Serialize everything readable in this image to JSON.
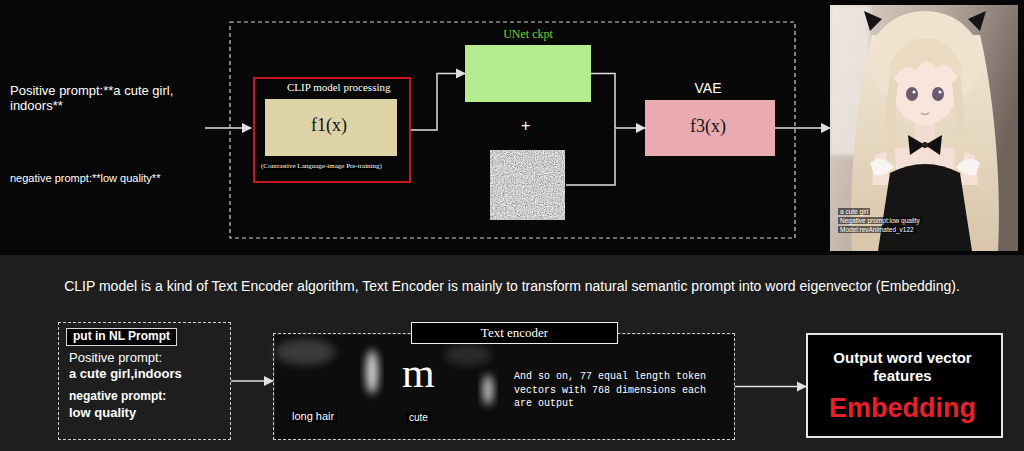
{
  "diagram": {
    "nodes": [
      {
        "text": [
          "CLIP model processing",
          "(Contrastive Language-image Pre-training)"
        ]
      },
      {
        "text": [
          "f1(x)"
        ],
        "in": 0
      },
      {
        "text": [
          "UNet ckpt"
        ]
      },
      {
        "text": [
          "VAE",
          "f3(x)"
        ]
      },
      {
        "text": [
          "a cute girl",
          "Negative prompt:low quality",
          "Model:revAnimated_v122"
        ]
      },
      {
        "text": [
          "put in NL Prompt",
          "Positive prompt:",
          "a cute girl,indoors",
          "negative prompt:",
          "low quality"
        ]
      },
      {
        "text": [
          "Text encoder",
          "long hair",
          "m",
          "cute",
          "And so on, 77 equal length token vectors with 768 dimensions each are output"
        ]
      },
      {
        "text": [
          "Output word vector features",
          "Embedding"
        ]
      }
    ],
    "edges": [
      {
        "from": 0,
        "to": 2,
        "arrow": "to"
      },
      {
        "from": 2,
        "to": 3,
        "arrow": "to"
      },
      {
        "from": 3,
        "to": 4,
        "arrow": "to"
      },
      {
        "from": 5,
        "to": 6,
        "arrow": "to"
      },
      {
        "from": 6,
        "to": 7,
        "arrow": "to"
      }
    ],
    "labels": [
      "Positive prompt:**a cute girl, indoors**",
      "negative prompt:**low quality**",
      "+",
      "CLIP model is a kind of Text Encoder algorithm, Text Encoder is mainly to transform natural semantic prompt into word eigenvector (Embedding)."
    ]
  }
}
